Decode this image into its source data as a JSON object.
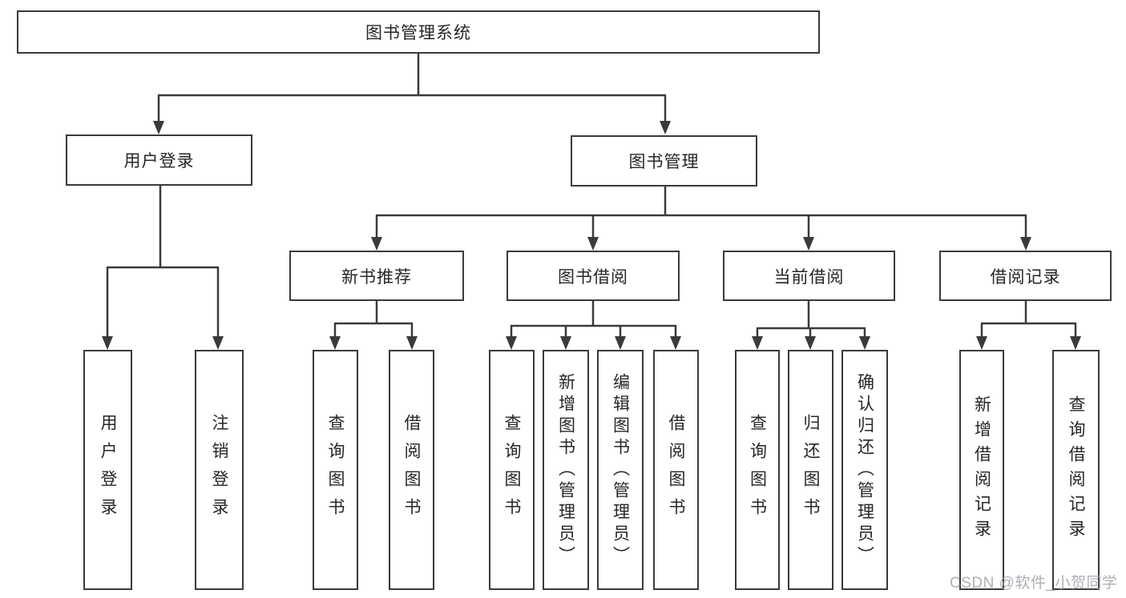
{
  "tree": {
    "root": "图书管理系统",
    "children": [
      {
        "label": "用户登录",
        "children": [
          "用户登录",
          "注销登录"
        ]
      },
      {
        "label": "图书管理",
        "children": [
          {
            "label": "新书推荐",
            "children": [
              "查询图书",
              "借阅图书"
            ]
          },
          {
            "label": "图书借阅",
            "children": [
              "查询图书",
              "新增图书（管理员）",
              "编辑图书（管理员）",
              "借阅图书"
            ]
          },
          {
            "label": "当前借阅",
            "children": [
              "查询图书",
              "归还图书",
              "确认归还（管理员）"
            ]
          },
          {
            "label": "借阅记录",
            "children": [
              "新增借阅记录",
              "查询借阅记录"
            ]
          }
        ]
      }
    ]
  },
  "watermark": "CSDN @软件_小贺同学",
  "colors": {
    "line": "#3a3a3a",
    "text": "#262626",
    "background": "#ffffff",
    "watermark": "#9ea2a8"
  }
}
